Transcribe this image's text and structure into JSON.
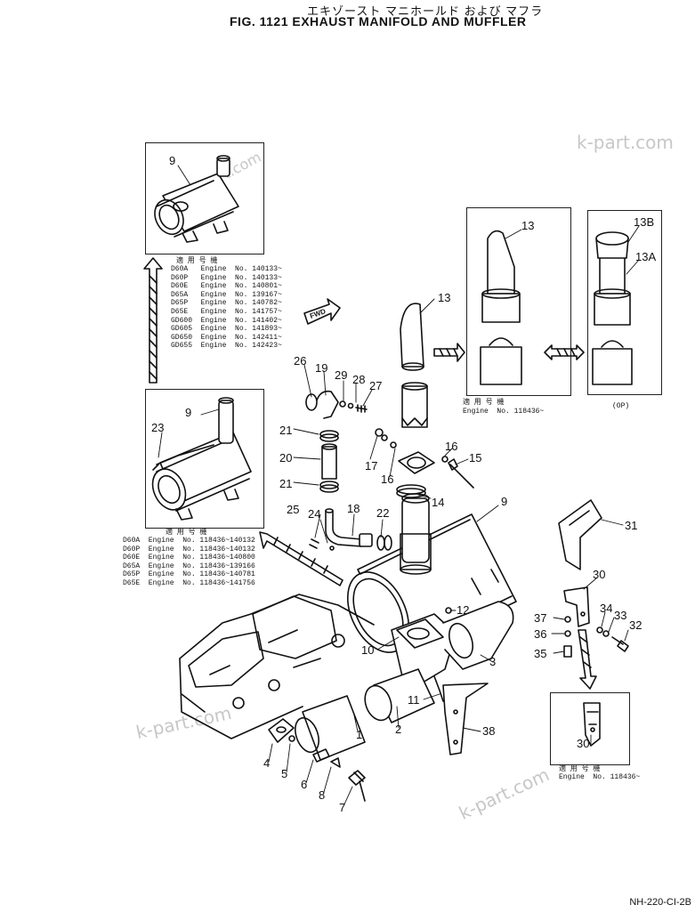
{
  "header": {
    "title_jp": "エキゾースト マニホールド および マフラ",
    "title_en": "FIG. 1121  EXHAUST MANIFOLD AND MUFFLER"
  },
  "watermarks": [
    "k-part.com",
    "k-part.com",
    "k-part.com",
    "k-part.com"
  ],
  "fwd_label": "FWD",
  "panel_top_left": {
    "callout": "9",
    "applic_heading": "適 用 号 機",
    "rows": [
      "D60A   Engine  No. 140133~",
      "D60P   Engine  No. 140133~",
      "D60E   Engine  No. 140801~",
      "D65A   Engine  No. 139167~",
      "D65P   Engine  No. 140782~",
      "D65E   Engine  No. 141757~",
      "GD600  Engine  No. 141402~",
      "GD605  Engine  No. 141893~",
      "GD650  Engine  No. 142411~",
      "GD655  Engine  No. 142423~"
    ]
  },
  "panel_mid_left": {
    "callouts": [
      "9",
      "23"
    ],
    "applic_heading": "適 用 号 機",
    "rows": [
      "D60A  Engine  No. 118436~140132",
      "D60P  Engine  No. 118436~140132",
      "D60E  Engine  No. 118436~140800",
      "D65A  Engine  No. 118436~139166",
      "D65P  Engine  No. 118436~140781",
      "D65E  Engine  No. 118436~141756"
    ]
  },
  "panel_top_right_a": {
    "callout": "13",
    "applic_heading": "適 用 号 機",
    "row": "Engine  No. 118436~"
  },
  "panel_top_right_b": {
    "callouts": [
      "13B",
      "13A"
    ],
    "note": "(OP)"
  },
  "panel_bottom_right": {
    "callout": "30",
    "applic_heading": "適 用 号 機",
    "row": "Engine  No. 118436~"
  },
  "callouts": [
    {
      "id": "c13",
      "text": "13"
    },
    {
      "id": "c26",
      "text": "26"
    },
    {
      "id": "c19",
      "text": "19"
    },
    {
      "id": "c29",
      "text": "29"
    },
    {
      "id": "c28",
      "text": "28"
    },
    {
      "id": "c27",
      "text": "27"
    },
    {
      "id": "c21a",
      "text": "21"
    },
    {
      "id": "c20",
      "text": "20"
    },
    {
      "id": "c21b",
      "text": "21"
    },
    {
      "id": "c17",
      "text": "17"
    },
    {
      "id": "c16a",
      "text": "16"
    },
    {
      "id": "c16b",
      "text": "16"
    },
    {
      "id": "c15",
      "text": "15"
    },
    {
      "id": "c14",
      "text": "14"
    },
    {
      "id": "c9",
      "text": "9"
    },
    {
      "id": "c25",
      "text": "25"
    },
    {
      "id": "c24",
      "text": "24"
    },
    {
      "id": "c18",
      "text": "18"
    },
    {
      "id": "c22",
      "text": "22"
    },
    {
      "id": "c31",
      "text": "31"
    },
    {
      "id": "c30",
      "text": "30"
    },
    {
      "id": "c12",
      "text": "12"
    },
    {
      "id": "c37",
      "text": "37"
    },
    {
      "id": "c34",
      "text": "34"
    },
    {
      "id": "c33",
      "text": "33"
    },
    {
      "id": "c32",
      "text": "32"
    },
    {
      "id": "c36",
      "text": "36"
    },
    {
      "id": "c35",
      "text": "35"
    },
    {
      "id": "c10",
      "text": "10"
    },
    {
      "id": "c3",
      "text": "3"
    },
    {
      "id": "c11",
      "text": "11"
    },
    {
      "id": "c1",
      "text": "1"
    },
    {
      "id": "c2",
      "text": "2"
    },
    {
      "id": "c38",
      "text": "38"
    },
    {
      "id": "c4",
      "text": "4"
    },
    {
      "id": "c5",
      "text": "5"
    },
    {
      "id": "c6",
      "text": "6"
    },
    {
      "id": "c8",
      "text": "8"
    },
    {
      "id": "c7",
      "text": "7"
    }
  ],
  "drawing_code": "NH-220-CI-2B"
}
